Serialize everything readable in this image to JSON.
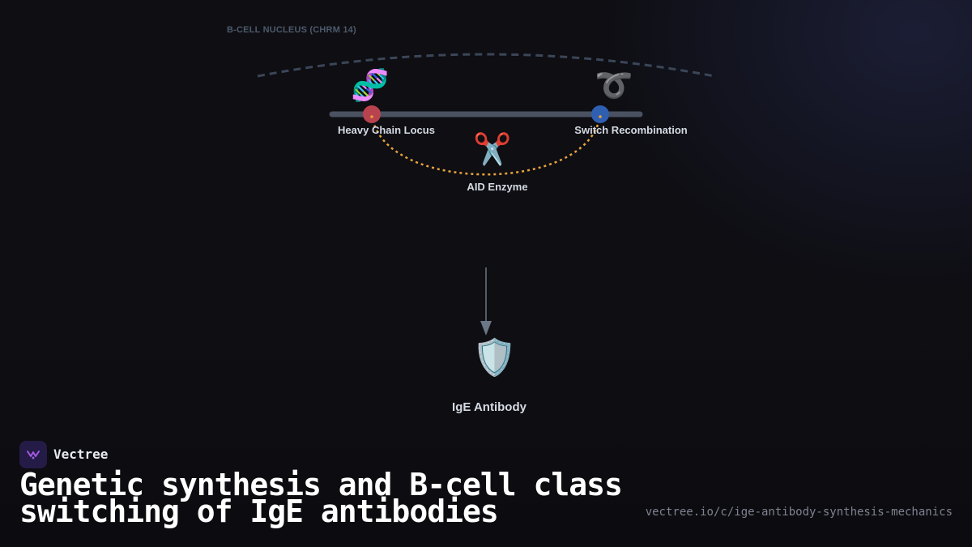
{
  "diagram": {
    "region_label": "B-CELL NUCLEUS (CHRM 14)",
    "nodes": {
      "heavy_chain": {
        "label": "Heavy Chain Locus",
        "icon": "dna-icon",
        "glyph": "🧬",
        "marker_color": "#b8434f"
      },
      "switch": {
        "label": "Switch Recombination",
        "icon": "loop-icon",
        "glyph": "➰",
        "marker_color": "#2f5fb0"
      },
      "aid": {
        "label": "AID Enzyme",
        "icon": "scissors-icon",
        "glyph": "✂️"
      },
      "ige": {
        "label": "IgE Antibody",
        "icon": "shield-icon",
        "glyph": "🛡️"
      }
    },
    "colors": {
      "locus_bar": "#4a5261",
      "arc_dashed": "#3b4658",
      "loop_dotted": "#e8a33a",
      "arrow": "#6b7686"
    }
  },
  "brand": {
    "name": "Vectree",
    "logo_icon": "vectree-logo-icon"
  },
  "title": "Genetic synthesis and B-cell class switching of IgE antibodies",
  "url": "vectree.io/c/ige-antibody-synthesis-mechanics"
}
